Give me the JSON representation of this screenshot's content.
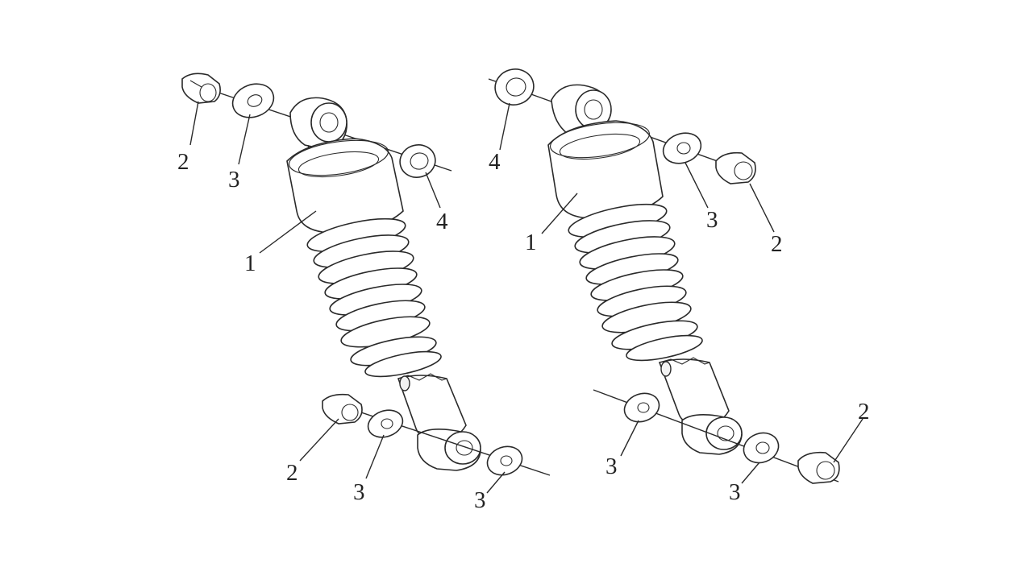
{
  "diagram": {
    "left_assembly": {
      "callouts": [
        {
          "id": "l-cap-nut-top",
          "label": "2"
        },
        {
          "id": "l-washer-top",
          "label": "3"
        },
        {
          "id": "l-spacer-top",
          "label": "4"
        },
        {
          "id": "l-shock",
          "label": "1"
        },
        {
          "id": "l-cap-nut-bottom",
          "label": "2"
        },
        {
          "id": "l-washer-bottom-in",
          "label": "3"
        },
        {
          "id": "l-washer-bottom-out",
          "label": "3"
        }
      ]
    },
    "right_assembly": {
      "callouts": [
        {
          "id": "r-spacer-top",
          "label": "4"
        },
        {
          "id": "r-washer-top",
          "label": "3"
        },
        {
          "id": "r-cap-nut-top",
          "label": "2"
        },
        {
          "id": "r-shock",
          "label": "1"
        },
        {
          "id": "r-washer-bottom-in",
          "label": "3"
        },
        {
          "id": "r-washer-bottom-out",
          "label": "3"
        },
        {
          "id": "r-cap-nut-bottom",
          "label": "2"
        }
      ]
    }
  },
  "colors": {
    "line": "#2a2a2a",
    "background": "#ffffff",
    "label": "#222222"
  }
}
